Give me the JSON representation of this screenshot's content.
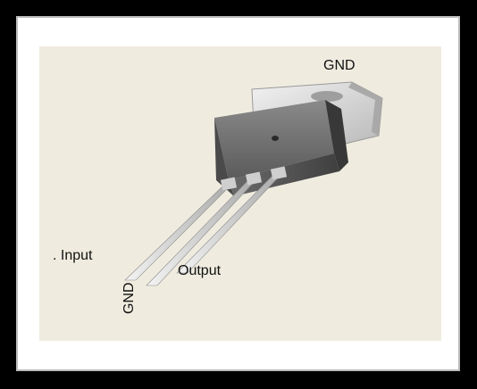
{
  "labels": {
    "tab_gnd": "GND",
    "pin_input": ". Input",
    "pin_gnd": "GND",
    "pin_output": "Output"
  },
  "colors": {
    "frame": "#000000",
    "background": "#efecdf",
    "body": "#555555",
    "tab": "#d8d8d8",
    "lead": "#dcdcdc"
  }
}
